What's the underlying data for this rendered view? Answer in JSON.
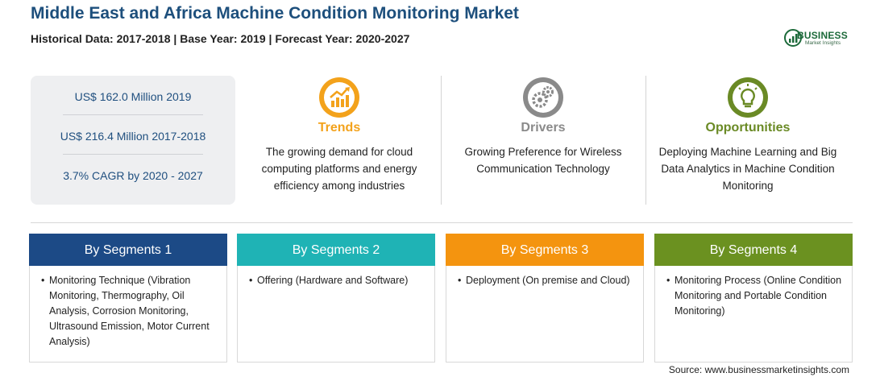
{
  "header": {
    "title": "Middle East and Africa Machine Condition Monitoring Market",
    "subtitle": "Historical Data: 2017-2018 | Base Year: 2019 | Forecast Year: 2020-2027"
  },
  "logo": {
    "name": "BUSINESS",
    "tagline": "Market Insights",
    "color": "#1c6a3a"
  },
  "stats": [
    "US$ 162.0 Million 2019",
    "US$ 216.4 Million 2017-2018",
    "3.7% CAGR by 2020 - 2027"
  ],
  "columns": [
    {
      "heading": "Trends",
      "text": "The growing demand for cloud computing platforms and energy efficiency among industries",
      "icon": "trend-chart-icon",
      "color": "#f3a21b"
    },
    {
      "heading": "Drivers",
      "text": "Growing Preference for Wireless Communication Technology",
      "icon": "gears-icon",
      "color": "#8a8a8a"
    },
    {
      "heading": "Opportunities",
      "text": "Deploying Machine Learning and Big Data Analytics in Machine Condition Monitoring",
      "icon": "lightbulb-icon",
      "color": "#6a8a25"
    }
  ],
  "segments": [
    {
      "title": "By Segments 1",
      "color": "#1c4a86",
      "items": [
        "Monitoring Technique (Vibration Monitoring, Thermography, Oil Analysis, Corrosion Monitoring, Ultrasound Emission, Motor Current Analysis)"
      ]
    },
    {
      "title": "By Segments 2",
      "color": "#1fb3b5",
      "items": [
        "Offering (Hardware and Software)"
      ]
    },
    {
      "title": "By Segments 3",
      "color": "#f4940f",
      "items": [
        "Deployment (On premise and Cloud)"
      ]
    },
    {
      "title": "By Segments 4",
      "color": "#6b9120",
      "items": [
        "Monitoring Process (Online Condition Monitoring and Portable Condition Monitoring)"
      ]
    }
  ],
  "source": "Source: www.businessmarketinsights.com"
}
